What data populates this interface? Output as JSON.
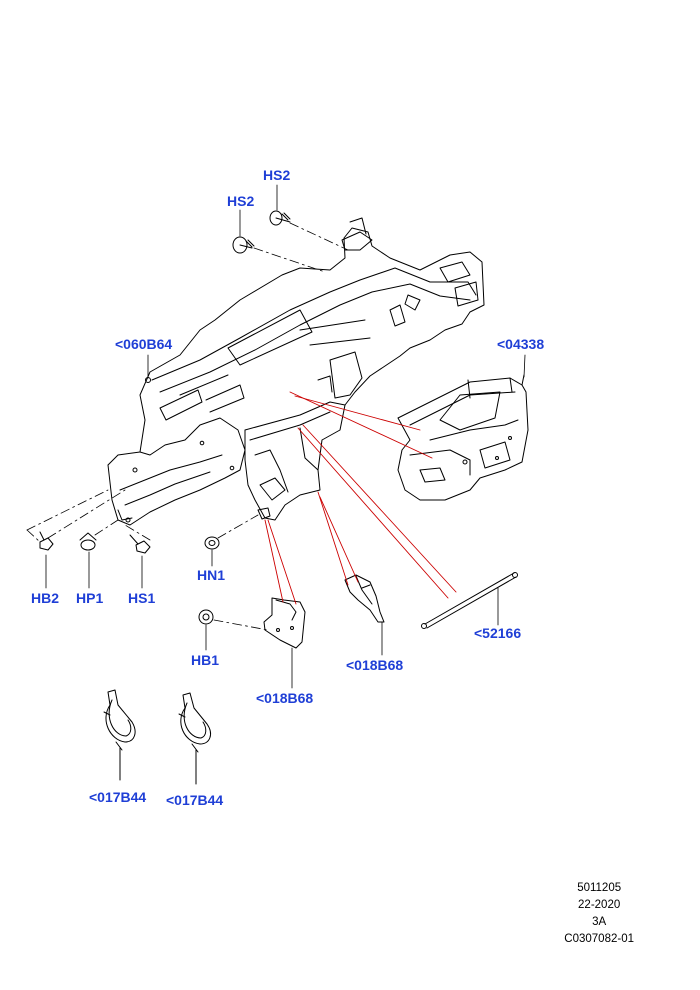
{
  "callouts": {
    "hs2_top": "HS2",
    "hs2_mid": "HS2",
    "b060b64": "<060B64",
    "b04338": "<04338",
    "hb2": "HB2",
    "hp1": "HP1",
    "hs1": "HS1",
    "hn1": "HN1",
    "hb1": "HB1",
    "b52166": "<52166",
    "b018b68_a": "<018B68",
    "b018b68_b": "<018B68",
    "b017b44_a": "<017B44",
    "b017b44_b": "<017B44"
  },
  "footer": {
    "line1": "5011205",
    "line2": "22-2020",
    "line3": "3A",
    "line4": "C0307082-01"
  },
  "colors": {
    "callout_text": "#1f3fd6",
    "leader_red": "#cc0000",
    "line_art": "#000000"
  }
}
